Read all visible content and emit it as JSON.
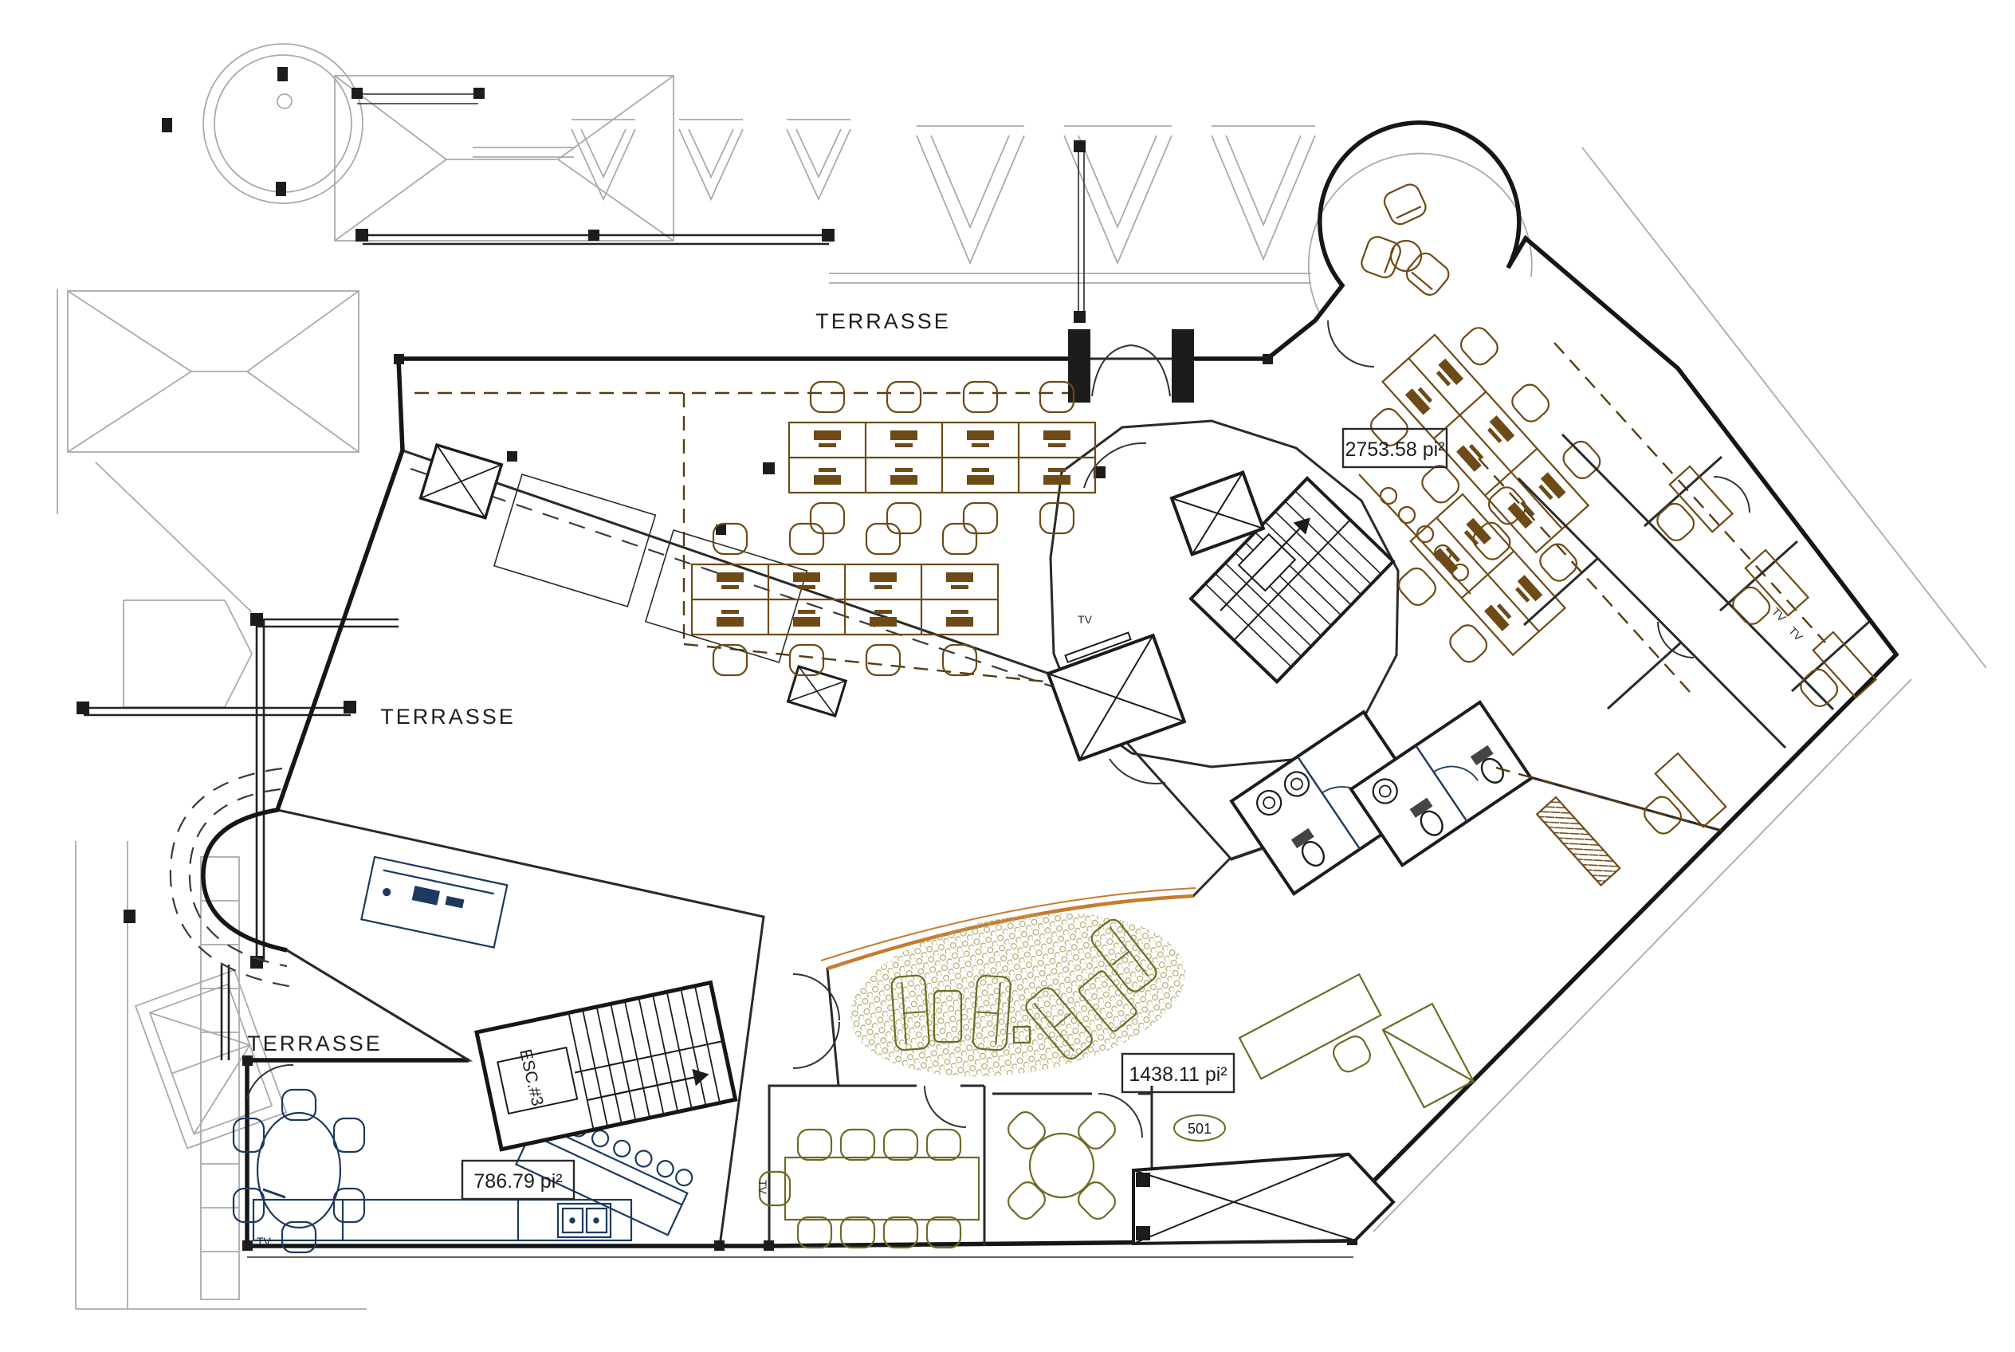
{
  "plan": {
    "labels": {
      "terrasse_top": "TERRASSE",
      "terrasse_left": "TERRASSE",
      "terrasse_bottom": "TERRASSE",
      "area_orange": "2753.58 pi²",
      "area_yellow": "1438.11 pi²",
      "area_blue": "786.79 pi²",
      "stair": "ESC.#3",
      "suite": "501",
      "tv": "TV"
    },
    "colors": {
      "orange": "#f1c289",
      "orange_line": "#6d4a16",
      "yellow": "#f1ee9b",
      "yellow_line": "#6f6b24",
      "blue": "#90acd0",
      "blue_line": "#1c3a5e",
      "wall": "#161616",
      "roof_line": "#a7abb0",
      "atrium_arc": "#c77b2e"
    }
  }
}
